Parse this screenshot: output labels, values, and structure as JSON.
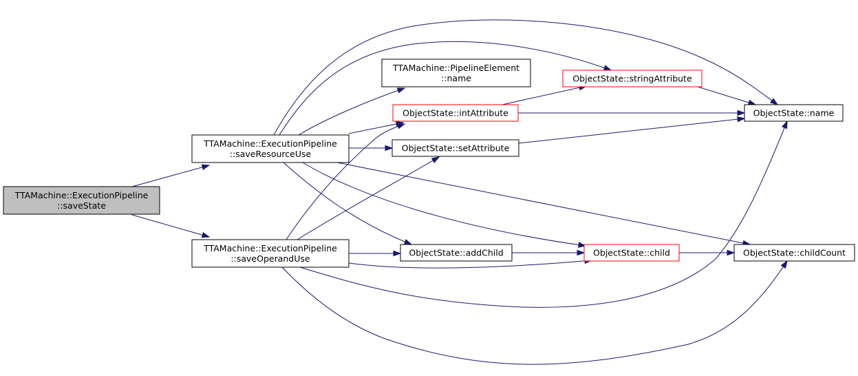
{
  "colors": {
    "edge": "#191970",
    "node_border": "#000000",
    "node_border_highlight": "#ff0000",
    "node_fill": "#ffffff",
    "root_fill": "#bfbfbf",
    "background": "#ffffff"
  },
  "nodes": [
    {
      "id": "saveState",
      "lines": [
        "TTAMachine::ExecutionPipeline",
        "::saveState"
      ],
      "style": "root"
    },
    {
      "id": "saveResourceUse",
      "lines": [
        "TTAMachine::ExecutionPipeline",
        "::saveResourceUse"
      ],
      "style": "normal"
    },
    {
      "id": "saveOperandUse",
      "lines": [
        "TTAMachine::ExecutionPipeline",
        "::saveOperandUse"
      ],
      "style": "normal"
    },
    {
      "id": "peName",
      "lines": [
        "TTAMachine::PipelineElement",
        "::name"
      ],
      "style": "normal"
    },
    {
      "id": "stringAttribute",
      "lines": [
        "ObjectState::stringAttribute"
      ],
      "style": "highlight"
    },
    {
      "id": "intAttribute",
      "lines": [
        "ObjectState::intAttribute"
      ],
      "style": "highlight"
    },
    {
      "id": "osName",
      "lines": [
        "ObjectState::name"
      ],
      "style": "normal"
    },
    {
      "id": "setAttribute",
      "lines": [
        "ObjectState::setAttribute"
      ],
      "style": "normal"
    },
    {
      "id": "addChild",
      "lines": [
        "ObjectState::addChild"
      ],
      "style": "normal"
    },
    {
      "id": "child",
      "lines": [
        "ObjectState::child"
      ],
      "style": "highlight"
    },
    {
      "id": "childCount",
      "lines": [
        "ObjectState::childCount"
      ],
      "style": "normal"
    }
  ],
  "edges": [
    {
      "from": "saveState",
      "to": "saveResourceUse"
    },
    {
      "from": "saveState",
      "to": "saveOperandUse"
    },
    {
      "from": "saveResourceUse",
      "to": "peName"
    },
    {
      "from": "saveResourceUse",
      "to": "stringAttribute"
    },
    {
      "from": "saveResourceUse",
      "to": "osName"
    },
    {
      "from": "saveResourceUse",
      "to": "intAttribute"
    },
    {
      "from": "saveResourceUse",
      "to": "setAttribute"
    },
    {
      "from": "saveResourceUse",
      "to": "addChild"
    },
    {
      "from": "saveResourceUse",
      "to": "child"
    },
    {
      "from": "saveResourceUse",
      "to": "childCount"
    },
    {
      "from": "saveOperandUse",
      "to": "intAttribute"
    },
    {
      "from": "saveOperandUse",
      "to": "setAttribute"
    },
    {
      "from": "saveOperandUse",
      "to": "addChild"
    },
    {
      "from": "saveOperandUse",
      "to": "child"
    },
    {
      "from": "saveOperandUse",
      "to": "osName"
    },
    {
      "from": "saveOperandUse",
      "to": "childCount"
    },
    {
      "from": "intAttribute",
      "to": "stringAttribute"
    },
    {
      "from": "intAttribute",
      "to": "osName"
    },
    {
      "from": "setAttribute",
      "to": "osName"
    },
    {
      "from": "stringAttribute",
      "to": "osName"
    },
    {
      "from": "addChild",
      "to": "child"
    },
    {
      "from": "child",
      "to": "childCount"
    }
  ]
}
